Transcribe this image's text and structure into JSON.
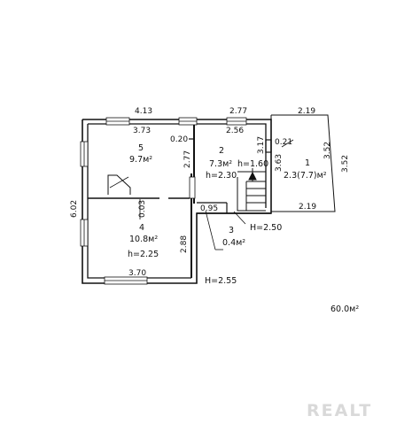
{
  "plan": {
    "dimensions": {
      "top_left_outer": "4.13",
      "top_left_inner": "3.73",
      "top_mid_outer": "2.77",
      "top_mid_inner": "2.56",
      "top_right": "2.19",
      "bottom_right": "2.19",
      "left_height": "6.02",
      "right_outer": "3.52",
      "right_inner": "3.52",
      "room2_left": "2.77",
      "room2_right": "3.17",
      "room2_right2": "3.63",
      "partition_small_1": "0.20",
      "partition_small_2": "0.21",
      "partition_small_3": "0.95",
      "partition_small_4": "0.03",
      "room4_right": "2.88",
      "bottom_width": "3.70"
    },
    "rooms": [
      {
        "number": "5",
        "area": "9.7м²"
      },
      {
        "number": "2",
        "area": "7.3м²",
        "height": "h=1.60",
        "height2": "h=2.30"
      },
      {
        "number": "1",
        "area": "2.3(7.7)м²"
      },
      {
        "number": "3",
        "area": "0.4м²"
      },
      {
        "number": "4",
        "area": "10.8м²",
        "height": "h=2.25"
      }
    ],
    "heights": {
      "h_main": "H=2.55",
      "h_annex": "H=2.50"
    },
    "total_area": "60.0м²"
  },
  "watermark": "REALT"
}
